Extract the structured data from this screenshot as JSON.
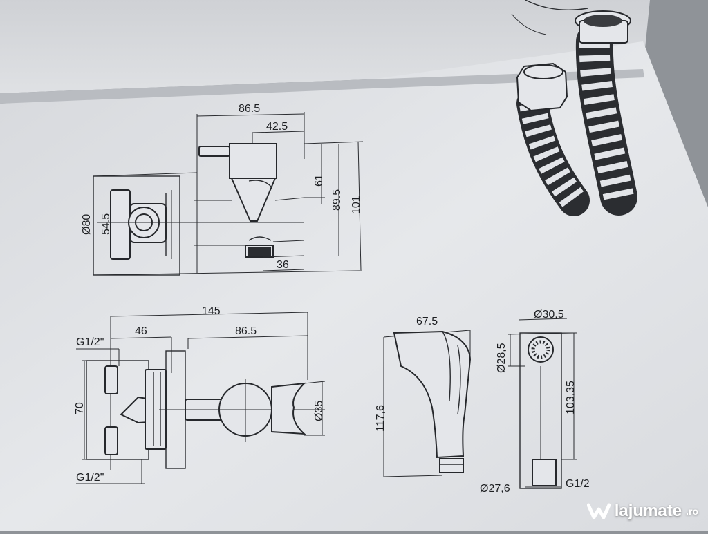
{
  "drawing": {
    "top_view": {
      "width_total": "86.5",
      "width_outlet": "42.5",
      "height_61": "61",
      "height_89": "89.5",
      "height_101": "101",
      "outlet_36": "36",
      "flange_dia": "Ø80",
      "flange_54": "54.5"
    },
    "side_view": {
      "length_total": "145",
      "length_46": "46",
      "length_86": "86.5",
      "thread_top": "G1/2\"",
      "thread_bottom": "G1/2\"",
      "height_70": "70",
      "dia_35": "Ø35"
    },
    "sprayer": {
      "width": "67.5",
      "height": "117,6"
    },
    "sprayer_end": {
      "dia_head": "Ø30,5",
      "dia_nozzle": "Ø28,5",
      "length": "103,35",
      "dia_base": "Ø27,6",
      "thread": "G1/2"
    }
  },
  "watermark": {
    "brand": "lajumate",
    "tld": ".ro"
  }
}
